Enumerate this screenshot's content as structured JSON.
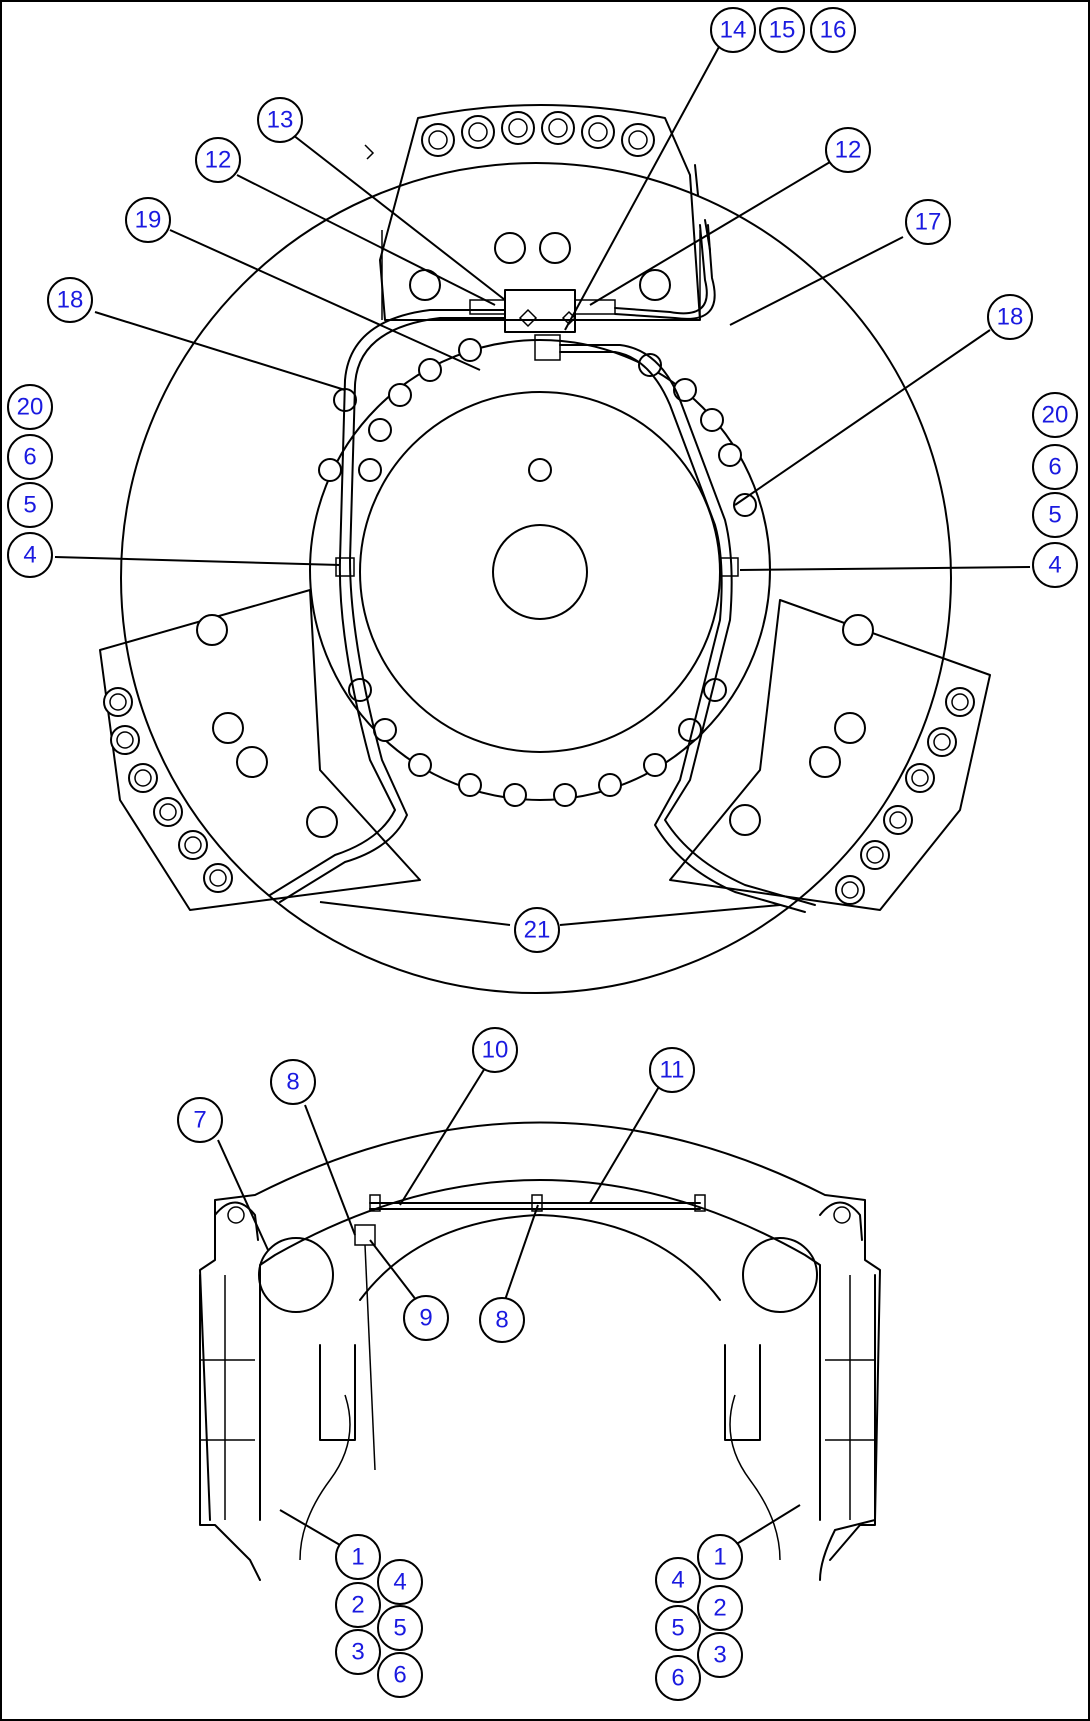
{
  "callouts": [
    {
      "id": "c14",
      "label": "14"
    },
    {
      "id": "c15",
      "label": "15"
    },
    {
      "id": "c16",
      "label": "16"
    },
    {
      "id": "c13",
      "label": "13"
    },
    {
      "id": "c12a",
      "label": "12"
    },
    {
      "id": "c12b",
      "label": "12"
    },
    {
      "id": "c19",
      "label": "19"
    },
    {
      "id": "c17",
      "label": "17"
    },
    {
      "id": "c18a",
      "label": "18"
    },
    {
      "id": "c18b",
      "label": "18"
    },
    {
      "id": "c20a",
      "label": "20"
    },
    {
      "id": "c6a",
      "label": "6"
    },
    {
      "id": "c5a",
      "label": "5"
    },
    {
      "id": "c4a",
      "label": "4"
    },
    {
      "id": "c20b",
      "label": "20"
    },
    {
      "id": "c6b",
      "label": "6"
    },
    {
      "id": "c5b",
      "label": "5"
    },
    {
      "id": "c4b",
      "label": "4"
    },
    {
      "id": "c21",
      "label": "21"
    },
    {
      "id": "c10",
      "label": "10"
    },
    {
      "id": "c11",
      "label": "11"
    },
    {
      "id": "c8a",
      "label": "8"
    },
    {
      "id": "c7",
      "label": "7"
    },
    {
      "id": "c9",
      "label": "9"
    },
    {
      "id": "c8b",
      "label": "8"
    },
    {
      "id": "cL1",
      "label": "1"
    },
    {
      "id": "cL4",
      "label": "4"
    },
    {
      "id": "cL2",
      "label": "2"
    },
    {
      "id": "cL5",
      "label": "5"
    },
    {
      "id": "cL3",
      "label": "3"
    },
    {
      "id": "cL6",
      "label": "6"
    },
    {
      "id": "cR1",
      "label": "1"
    },
    {
      "id": "cR4",
      "label": "4"
    },
    {
      "id": "cR2",
      "label": "2"
    },
    {
      "id": "cR5",
      "label": "5"
    },
    {
      "id": "cR3",
      "label": "3"
    },
    {
      "id": "cR6",
      "label": "6"
    }
  ]
}
